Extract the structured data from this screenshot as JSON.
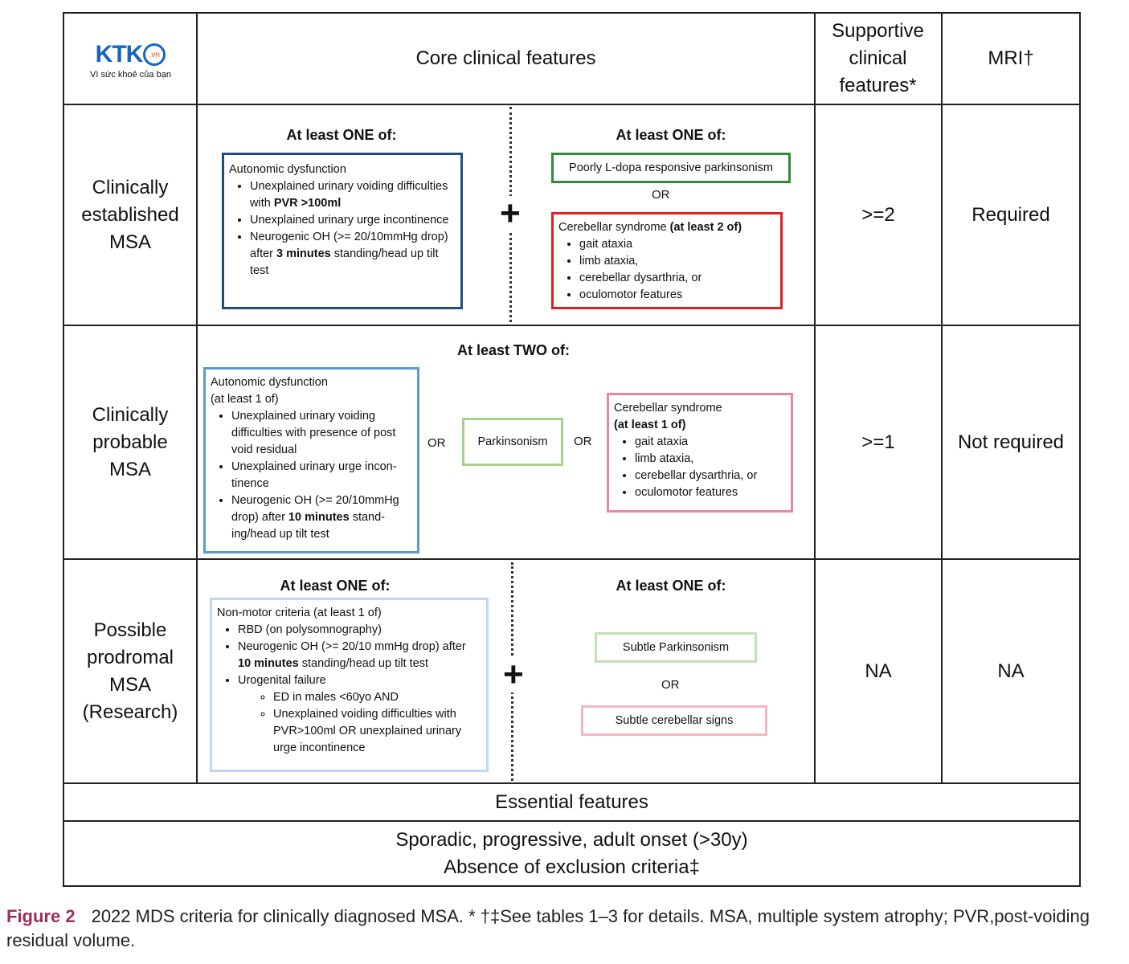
{
  "logo": {
    "brand": "KTK",
    "badge": ".vn",
    "tagline": "Vì sức khoẻ của bạn"
  },
  "header": {
    "core": "Core clinical features",
    "supportive": "Supportive clinical features*",
    "mri": "MRI†"
  },
  "rows": {
    "established": {
      "label": "Clinically established MSA",
      "left_heading": "At least ONE of:",
      "right_heading": "At least ONE of:",
      "autonomic_title": "Autonomic dysfunction",
      "autonomic_items": [
        {
          "pre": "Unexplained urinary voiding difficul­ties with ",
          "bold": "PVR >100ml",
          "post": ""
        },
        {
          "pre": "Unexplained urinary urge inconti­nence",
          "bold": "",
          "post": ""
        },
        {
          "pre": "Neurogenic OH (>= 20/10mmHg drop) after ",
          "bold": "3 minutes",
          "post": " standing/head up tilt test"
        }
      ],
      "plus": "+",
      "parkinsonism": "Poorly L-dopa responsive parkinsonism",
      "or": "OR",
      "cerebellar_title": "Cerebellar syndrome ",
      "cerebellar_title_bold": "(at least 2 of)",
      "cerebellar_items": [
        "gait ataxia",
        "limb ataxia,",
        "cerebellar dysarthria, or",
        "oculomotor features"
      ],
      "supportive": ">=2",
      "mri": "Required"
    },
    "probable": {
      "label": "Clinically probable MSA",
      "heading": "At least TWO of:",
      "autonomic_title": "Autonomic dysfunction",
      "autonomic_sub": "(at least 1 of)",
      "autonomic_items": [
        {
          "pre": "Unexplained urinary voiding difficulties with presence of post void residual",
          "bold": "",
          "post": ""
        },
        {
          "pre": "Unexplained urinary urge incon­tinence",
          "bold": "",
          "post": ""
        },
        {
          "pre": "Neurogenic OH (>= 20/10mmHg drop) after ",
          "bold": "10 minutes",
          "post": " stand­ing/head up tilt test"
        }
      ],
      "or1": "OR",
      "parkinsonism": "Parkinsonism",
      "or2": "OR",
      "cerebellar_title": "Cerebellar syndrome",
      "cerebellar_sub": "(at least 1 of)",
      "cerebellar_items": [
        "gait ataxia",
        "limb ataxia,",
        "cerebellar dysarthria, or",
        "oculomotor features"
      ],
      "supportive": ">=1",
      "mri": "Not required"
    },
    "prodromal": {
      "label": "Possible prodromal MSA (Research)",
      "left_heading": "At least ONE of:",
      "right_heading": "At least ONE of:",
      "nonmotor_title": "Non-motor criteria (at least 1 of)",
      "rbd": "RBD (on polysomnography)",
      "oh_pre": "Neurogenic OH (>= 20/10 mmHg drop) after ",
      "oh_bold": "10 minutes",
      "oh_post": " standing/head up tilt test",
      "urogenital": "Urogenital failure",
      "uro_items": [
        "ED in males <60yo AND",
        "Unexplained voiding difficulties with PVR>100ml OR unexplained urinary urge incontinence"
      ],
      "plus": "+",
      "subtle_park": "Subtle Parkinsonism",
      "or": "OR",
      "subtle_cereb": "Subtle cerebellar signs",
      "supportive": "NA",
      "mri": "NA"
    }
  },
  "essential": {
    "title": "Essential features",
    "line1": "Sporadic, progressive, adult onset (>30y)",
    "line2": "Absence of exclusion criteria‡"
  },
  "caption": {
    "label": "Figure 2",
    "text": "2022 MDS criteria for clinically diagnosed MSA. * †‡See tables 1–3 for details. MSA, multiple system atrophy; PVR,post-voiding residual volume."
  },
  "colors": {
    "dark_blue": "#1f4e79",
    "green": "#2e8b3a",
    "red": "#e02020",
    "light_blue": "#5b9bd5",
    "light_green": "#a9d18e",
    "pink": "#e6899e",
    "pale_blue": "#bdd7ee",
    "pale_green": "#c5e0b4",
    "pale_pink": "#f4b6c2",
    "caption_label": "#9b2f5a"
  }
}
